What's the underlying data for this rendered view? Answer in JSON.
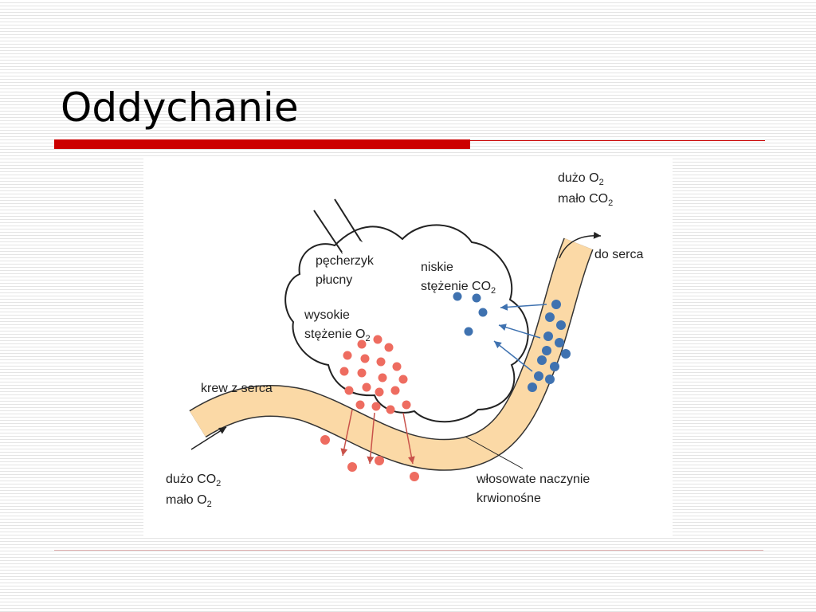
{
  "slide": {
    "title": "Oddychanie"
  },
  "diagram": {
    "labels": {
      "alveolus_line1": "pęcherzyk",
      "alveolus_line2": "płucny",
      "high_line1": "wysokie",
      "high_line2": "stężenie O",
      "high_sub": "2",
      "low_line1": "niskie",
      "low_line2": "stężenie CO",
      "low_sub": "2",
      "out_line1": "dużo O",
      "out_line1_sub": "2",
      "out_line2": "mało CO",
      "out_line2_sub": "2",
      "to_heart": "do serca",
      "from_heart": "krew z serca",
      "in_line1": "dużo CO",
      "in_line1_sub": "2",
      "in_line2": "mało O",
      "in_line2_sub": "2",
      "capillary_line1": "włosowate naczynie",
      "capillary_line2": "krwionośne"
    },
    "colors": {
      "vessel": "#fbd9a6",
      "vessel_edge": "#333333",
      "oxygen": "#ee6c60",
      "carbon_dioxide": "#3f72b0",
      "arrow_red": "#c9524a",
      "arrow_blue": "#3f72b0"
    }
  }
}
